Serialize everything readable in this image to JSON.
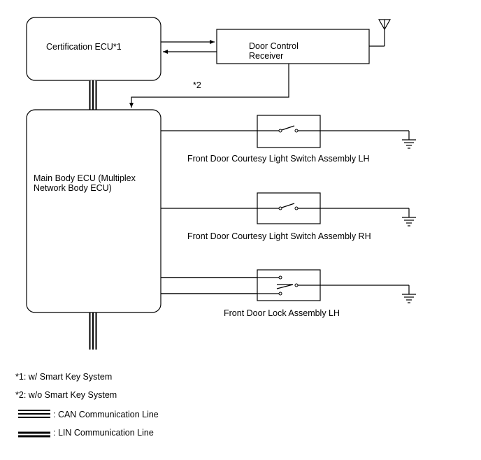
{
  "components": {
    "certification_ecu": "Certification ECU*1",
    "door_control_receiver_line1": "Door Control",
    "door_control_receiver_line2": "Receiver",
    "main_body_ecu_line1": "Main Body ECU (Multiplex",
    "main_body_ecu_line2": "Network Body ECU)",
    "switch_lh": "Front Door Courtesy Light Switch Assembly LH",
    "switch_rh": "Front Door Courtesy Light Switch Assembly RH",
    "door_lock_lh": "Front Door Lock Assembly LH"
  },
  "annotations": {
    "star2": "*2"
  },
  "notes": {
    "note1": "*1: w/ Smart Key System",
    "note2": "*2: w/o Smart Key System"
  },
  "legend": {
    "can": ": CAN Communication Line",
    "lin": ": LIN Communication Line"
  }
}
